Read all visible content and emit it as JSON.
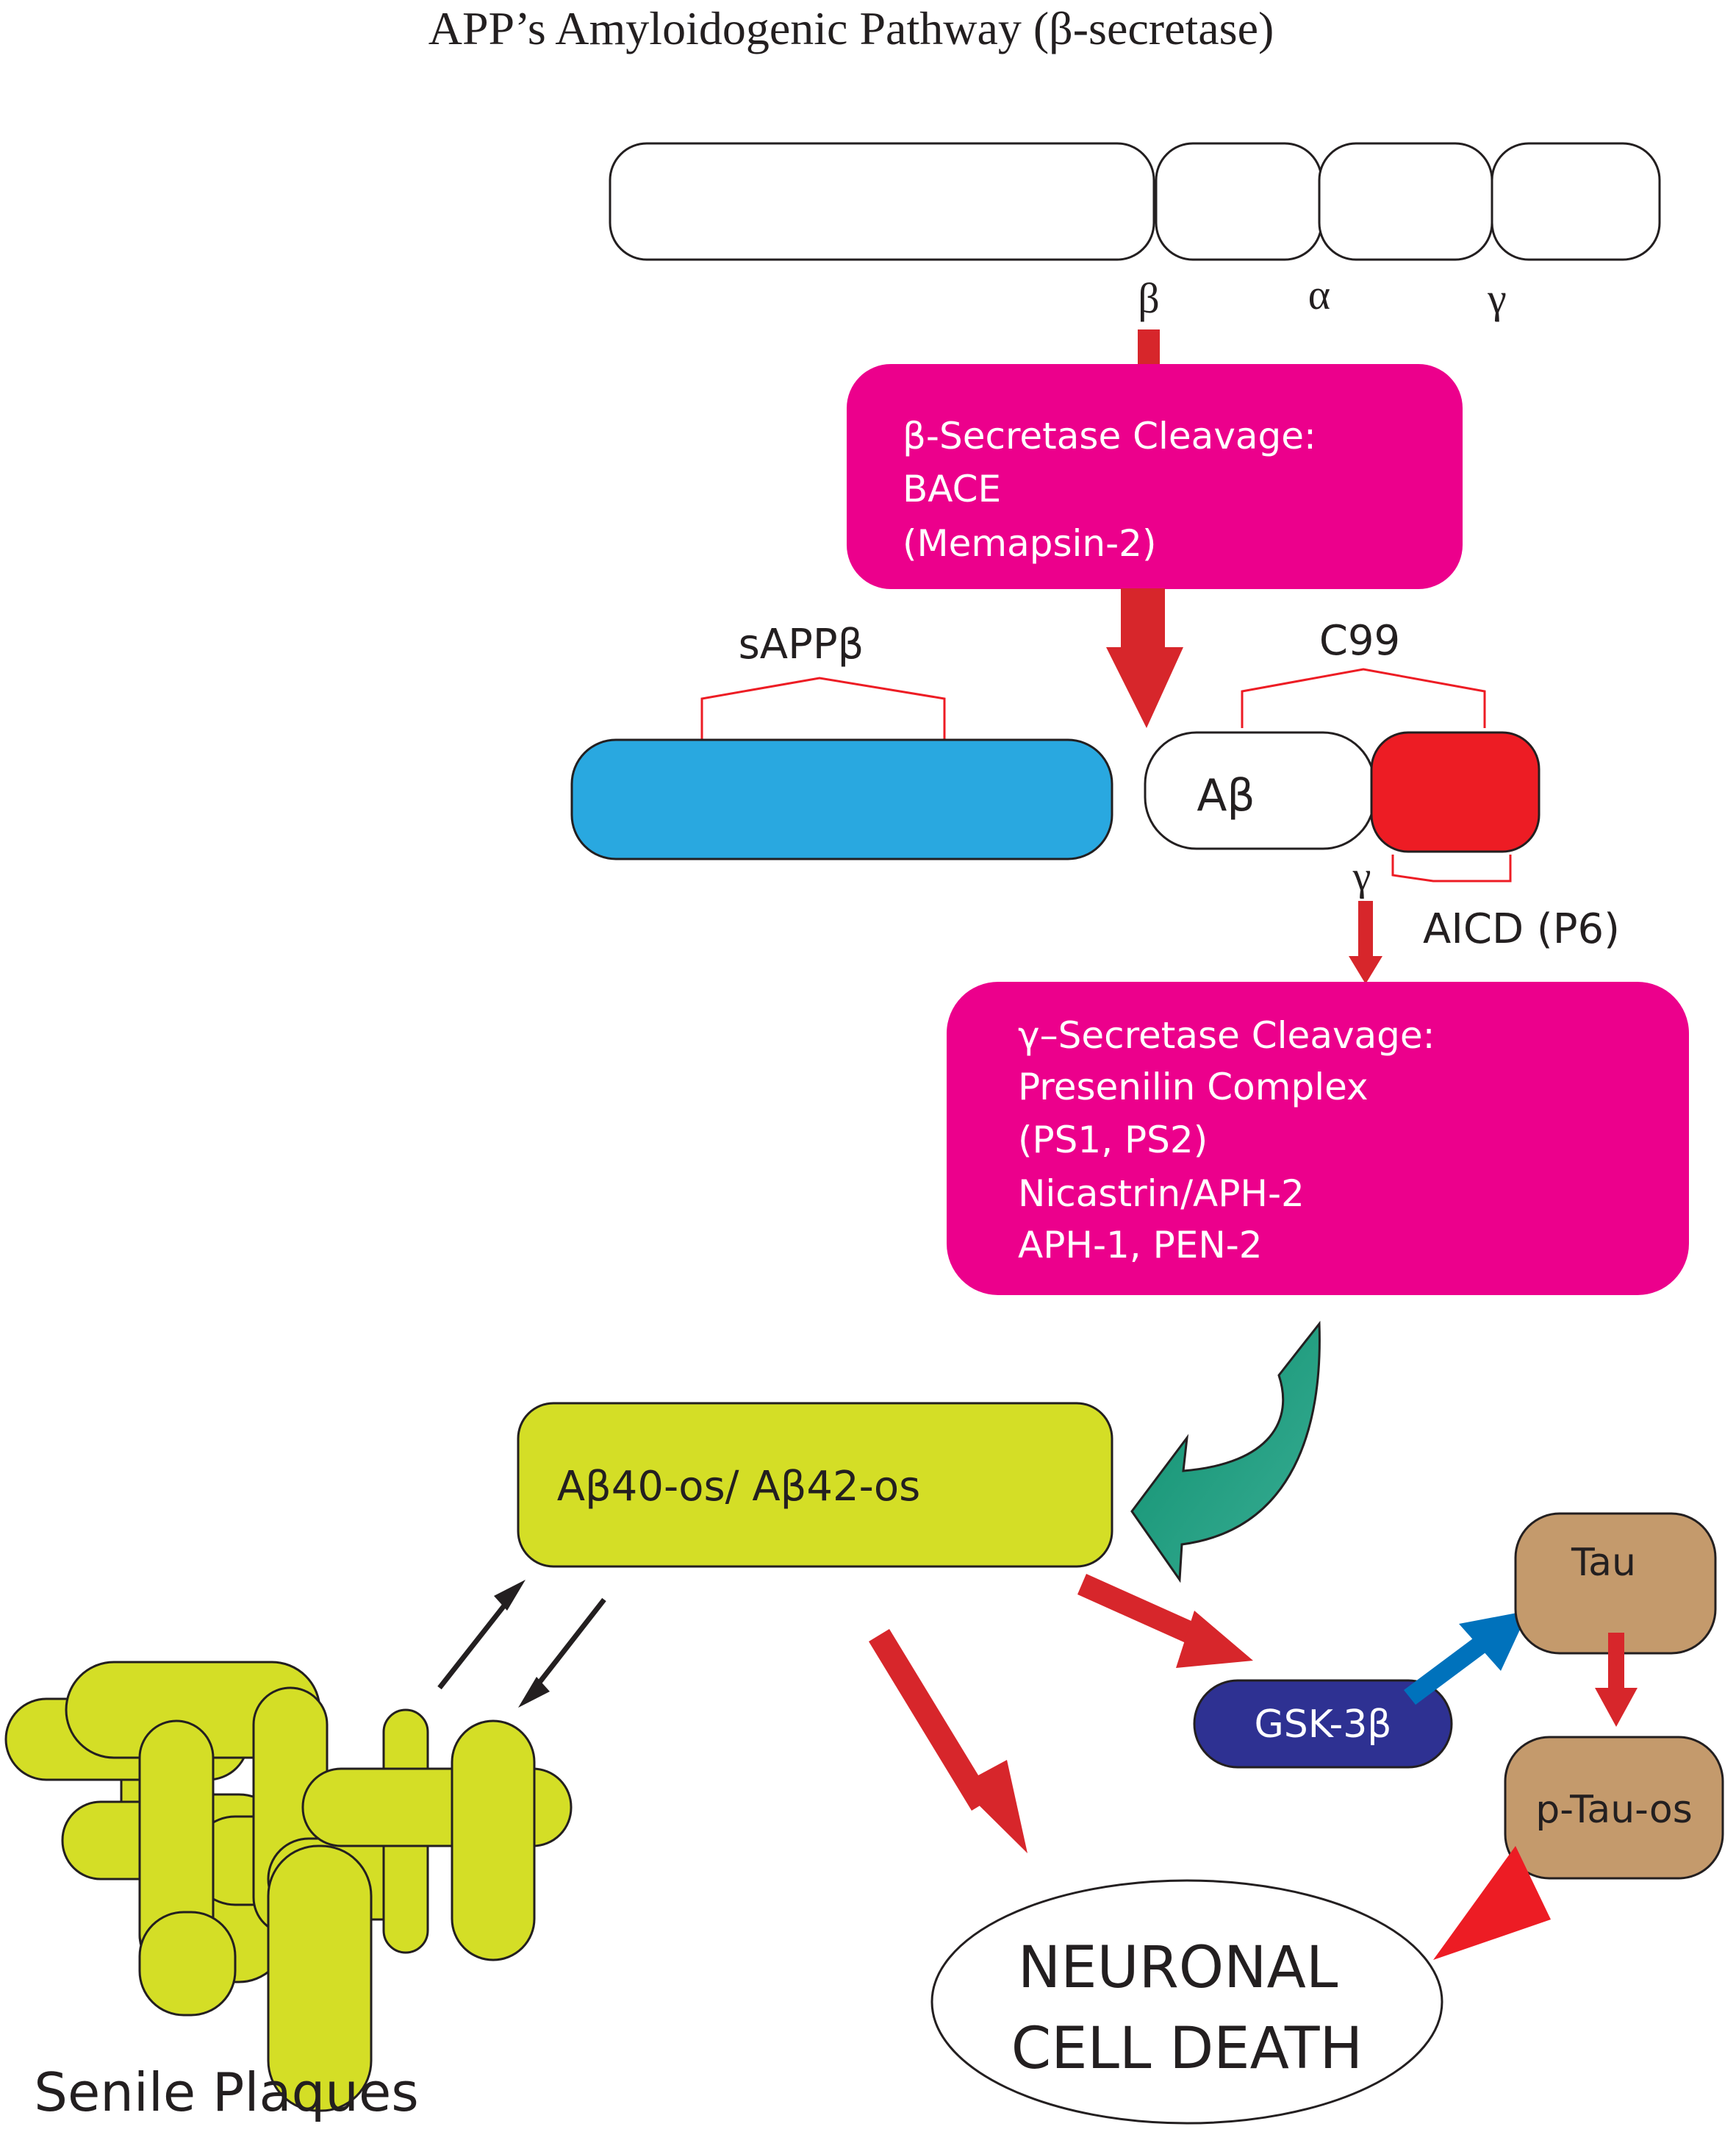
{
  "title": "APP’s Amyloidogenic Pathway (β-secretase)",
  "app_sites": {
    "beta": "β",
    "alpha": "α",
    "gamma": "γ"
  },
  "beta_secretase_box": [
    "β-Secretase Cleavage:",
    "BACE",
    "(Memapsin-2)"
  ],
  "fragments": {
    "sappb_label": "sAPPβ",
    "c99_label": "C99",
    "abeta_label": "Aβ",
    "gamma_site": "γ",
    "aicd_label": "AICD (P6)"
  },
  "gamma_secretase_box": [
    "γ–Secretase Cleavage:",
    "Presenilin Complex",
    "(PS1, PS2)",
    "Nicastrin/APH-2",
    "APH-1, PEN-2"
  ],
  "oligomer_label": "Aβ40-os/ Aβ42-os",
  "gsk_label": "GSK-3β",
  "tau_label": "Tau",
  "ptau_label": "p-Tau-os",
  "death_label": [
    "NEURONAL",
    "CELL DEATH"
  ],
  "plaques_label": "Senile Plaques",
  "colors": {
    "magenta": "#EC008C",
    "red": "#D7262B",
    "blue_fragment": "#29A8E0",
    "aicd_red": "#ED1C24",
    "lime": "#D4DE26",
    "teal": "#2A9D7F",
    "navy": "#2E3192",
    "brown": "#C49A6C",
    "cyan_arrow": "#0072BC"
  }
}
